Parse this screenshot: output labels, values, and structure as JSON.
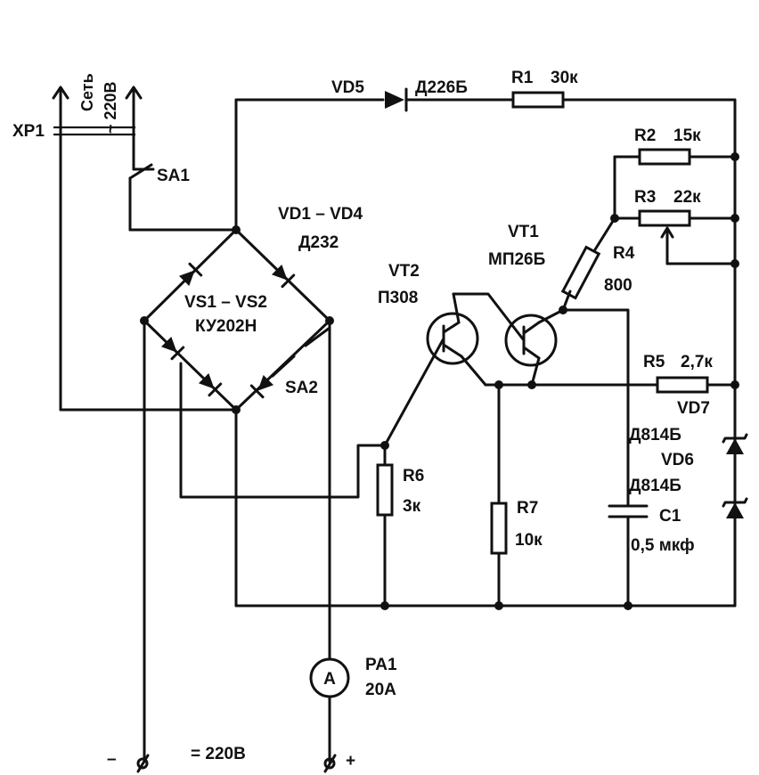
{
  "mains": {
    "plug": "XP1",
    "network": "Сеть",
    "voltage": "~ 220В"
  },
  "switch1": "SA1",
  "switch2": "SA2",
  "bridge": {
    "diodes": "VD1 – VD4",
    "diode_type": "Д232",
    "thyristors": "VS1 – VS2",
    "thyristor_type": "КУ202Н"
  },
  "vd5": {
    "ref": "VD5",
    "type": "Д226Б"
  },
  "r1": {
    "ref": "R1",
    "value": "30к"
  },
  "r2": {
    "ref": "R2",
    "value": "15к"
  },
  "r3": {
    "ref": "R3",
    "value": "22к"
  },
  "r4": {
    "ref": "R4",
    "value": "800"
  },
  "r5": {
    "ref": "R5",
    "value": "2,7к"
  },
  "r6": {
    "ref": "R6",
    "value": "3к"
  },
  "r7": {
    "ref": "R7",
    "value": "10к"
  },
  "vt1": {
    "ref": "VT1",
    "type": "МП26Б"
  },
  "vt2": {
    "ref": "VT2",
    "type": "П308"
  },
  "vd7": {
    "ref": "VD7",
    "type": "Д814Б"
  },
  "vd6": {
    "ref": "VD6",
    "type": "Д814Б"
  },
  "c1": {
    "ref": "C1",
    "value": "0,5 мкф"
  },
  "ammeter": {
    "symbol": "A",
    "ref": "PA1",
    "range": "20А"
  },
  "output": {
    "minus": "–",
    "plus": "+",
    "voltage": "= 220В"
  }
}
